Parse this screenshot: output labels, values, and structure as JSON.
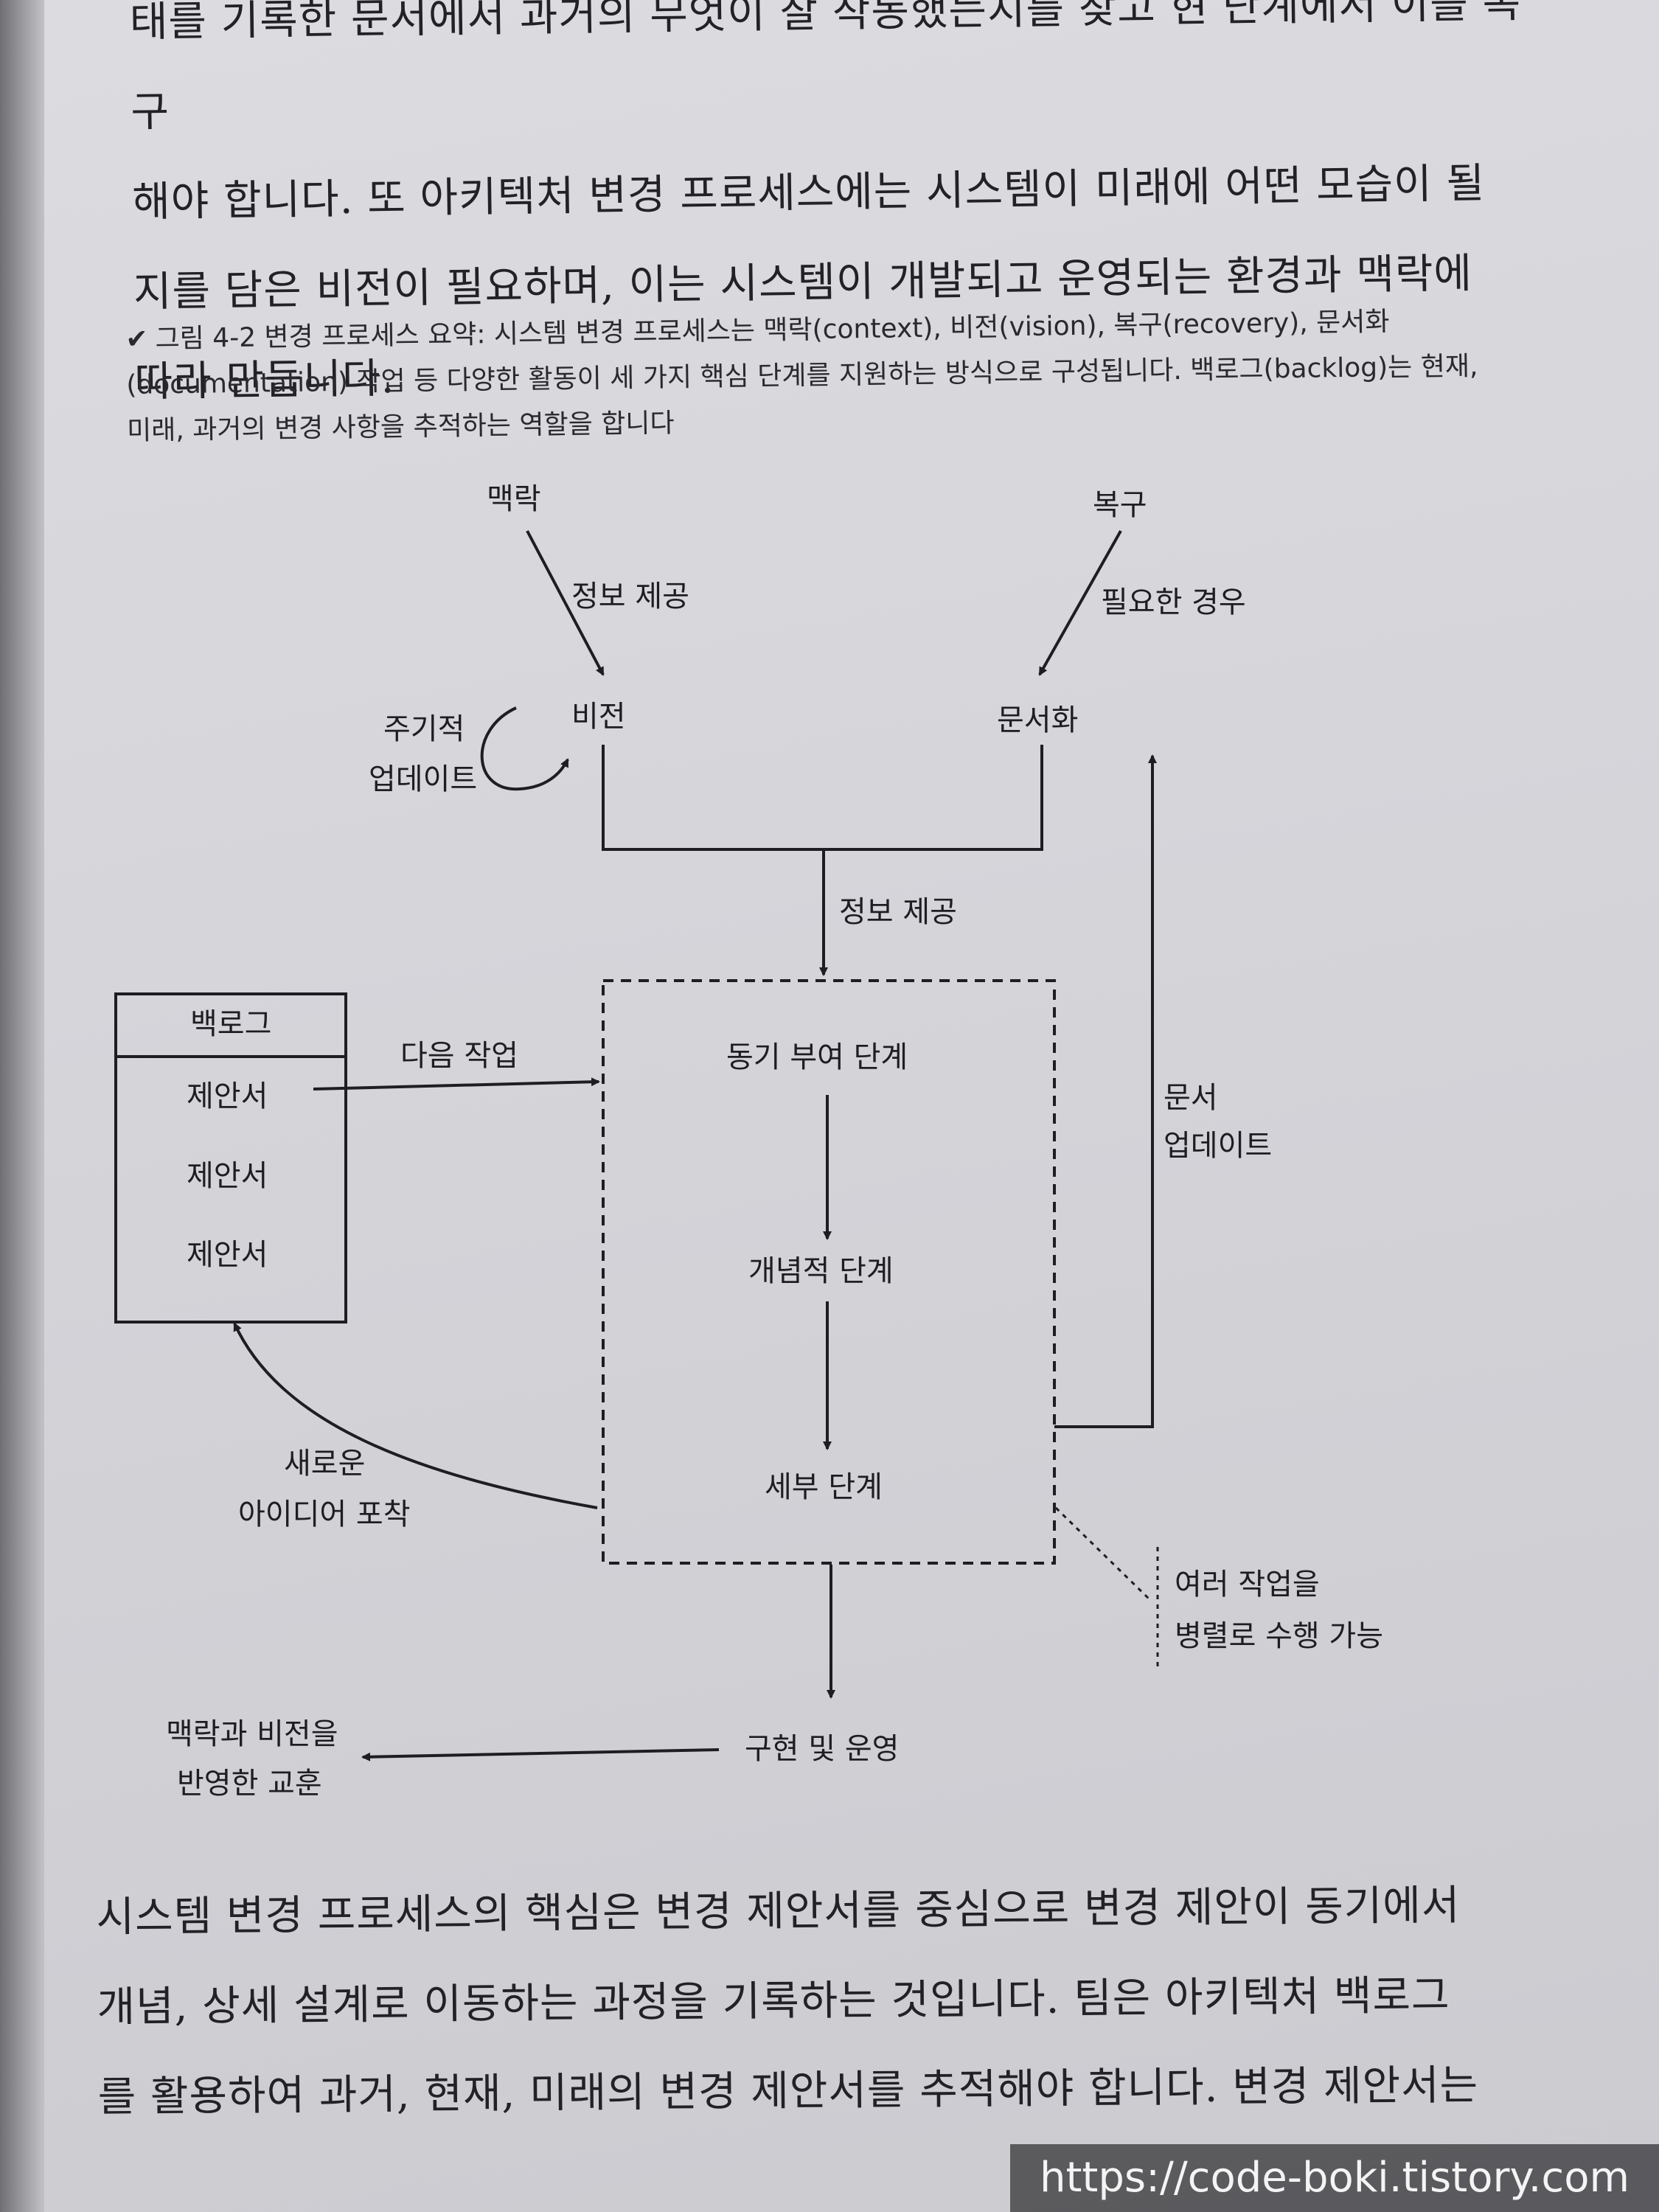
{
  "page": {
    "text_top": "태를 기록한 문서에서 과거의 무엇이 잘 작동했는지를 찾고 현 단계에서 이를 복구\n해야 합니다. 또 아키텍처 변경 프로세스에는 시스템이 미래에 어떤 모습이 될\n지를 담은 비전이 필요하며, 이는 시스템이 개발되고 운영되는 환경과 맥락에\n따라 만듭니다.",
    "caption_mark": "✔",
    "caption": "그림 4-2 변경 프로세스 요약: 시스템 변경 프로세스는 맥락(context), 비전(vision), 복구(recovery), 문서화(documentation) 작업 등 다양한 활동이 세 가지 핵심 단계를 지원하는 방식으로 구성됩니다. 백로그(backlog)는 현재, 미래, 과거의 변경 사항을 추적하는 역할을 합니다",
    "text_bottom": "시스템 변경 프로세스의 핵심은 변경 제안서를 중심으로 변경 제안이 동기에서\n개념, 상세 설계로 이동하는 과정을 기록하는 것입니다. 팀은 아키텍처 백로그\n를 활용하여 과거, 현재, 미래의 변경 제안서를 추적해야 합니다. 변경 제안서는",
    "watermark": "https://code-boki.tistory.com"
  },
  "diagram": {
    "context": "맥락",
    "info_provide_1": "정보 제공",
    "recovery": "복구",
    "if_needed": "필요한 경우",
    "vision": "비전",
    "documentation": "문서화",
    "periodic_1": "주기적",
    "periodic_2": "업데이트",
    "info_provide_2": "정보 제공",
    "backlog_title": "백로그",
    "proposals": [
      "제안서",
      "제안서",
      "제안서"
    ],
    "next_task": "다음 작업",
    "stage_motivation": "동기 부여 단계",
    "stage_concept": "개념적 단계",
    "stage_detail": "세부 단계",
    "doc_update_1": "문서",
    "doc_update_2": "업데이트",
    "capture_1": "새로운",
    "capture_2": "아이디어 포착",
    "parallel_1": "여러 작업을",
    "parallel_2": "병렬로 수행 가능",
    "implementation": "구현 및 운영",
    "lessons_1": "맥락과 비전을",
    "lessons_2": "반영한 교훈"
  },
  "colors": {
    "ink": "#1e1e22",
    "page": "#d4d4d9"
  }
}
